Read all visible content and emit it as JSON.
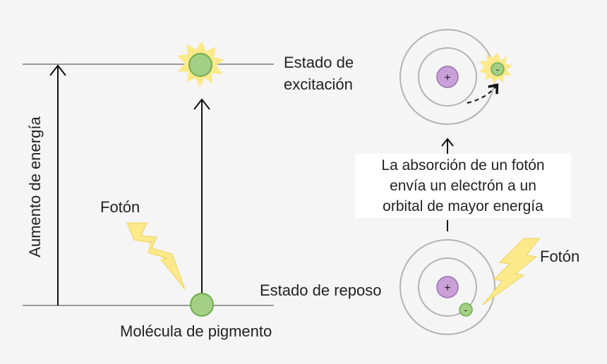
{
  "labels": {
    "excited_state_line1": "Estado de",
    "excited_state_line2": "excitación",
    "ground_state": "Estado de reposo",
    "pigment_molecule": "Molécula de pigmento",
    "photon_left": "Fotón",
    "photon_right": "Fotón",
    "energy_axis": "Aumento de energía",
    "caption": [
      "La absorción de un fotón",
      "envía un electrón a un",
      "orbital de mayor energía"
    ]
  },
  "symbols": {
    "nucleus_charge": "+",
    "electron_charge": "-"
  },
  "colors": {
    "background": "#f5f5f5",
    "line": "#9a9a9a",
    "arrow": "#111111",
    "molecule_fill": "#a3cf85",
    "molecule_stroke": "#6fae4a",
    "glow": "#fbe98a",
    "nucleus_fill": "#c9a0d8",
    "nucleus_stroke": "#9a6fb0",
    "orbit": "#b3b3b3",
    "bolt": "#fbe98a"
  },
  "icons": [
    "lightning-bolt-icon",
    "sunburst-glow-icon"
  ]
}
